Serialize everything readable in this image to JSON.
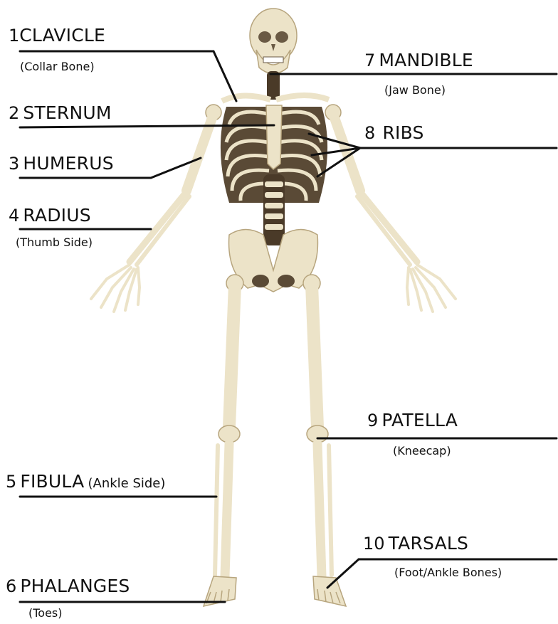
{
  "labels": [
    {
      "num": "1",
      "name": "CLAVICLE",
      "sub": "(Collar Bone)"
    },
    {
      "num": "2",
      "name": "STERNUM",
      "sub": ""
    },
    {
      "num": "3",
      "name": "HUMERUS",
      "sub": ""
    },
    {
      "num": "4",
      "name": "RADIUS",
      "sub": "(Thumb Side)"
    },
    {
      "num": "5",
      "name": "FIBULA",
      "sub": "(Ankle Side)"
    },
    {
      "num": "6",
      "name": "PHALANGES",
      "sub": "(Toes)"
    },
    {
      "num": "7",
      "name": "MANDIBLE",
      "sub": "(Jaw Bone)"
    },
    {
      "num": "8",
      "name": "RIBS",
      "sub": ""
    },
    {
      "num": "9",
      "name": "PATELLA",
      "sub": "(Kneecap)"
    },
    {
      "num": "10",
      "name": "TARSALS",
      "sub": "(Foot/Ankle Bones)"
    }
  ],
  "colors": {
    "bone": "#ece3c8",
    "bone_outline": "#b7a57e",
    "shadow": "#6a5a44",
    "leader": "#111111"
  }
}
